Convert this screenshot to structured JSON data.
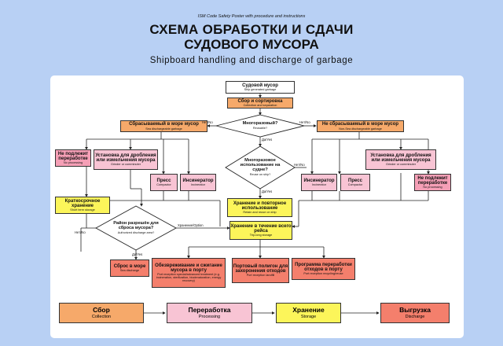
{
  "header": {
    "subtitle": "ISM Code Safety Poster with procedure and instructions",
    "title_line1": "СХЕМА ОБРАБОТКИ И СДАЧИ",
    "title_line2": "СУДОВОГО МУСОРА",
    "title_en": "Shipboard handling and discharge of garbage"
  },
  "nodes": {
    "ship_garbage": {
      "ru": "Судовой мусор",
      "en": "Ship generated garbage"
    },
    "collection_sep": {
      "ru": "Сбор и сортировка",
      "en": "Collection and separation"
    },
    "reusable": {
      "ru": "Многоразовый?",
      "en": "Reusable?"
    },
    "sea_dischargeable": {
      "ru": "Сбрасываемый в море мусор",
      "en": "Sea dischargeable garbage"
    },
    "non_sea_dischargeable": {
      "ru": "Не сбрасываемый в море мусор",
      "en": "Non-Sea dischargeable garbage"
    },
    "no_processing_left": {
      "ru": "Не подлежит переработке",
      "en": "No processing"
    },
    "grinder_left": {
      "ru": "Установка для дробления или измельчения мусора",
      "en": "Grinder or comminuter"
    },
    "reuse_on_ship": {
      "ru": "Многоразовое использование на судне?",
      "en": "Reuse on ship?"
    },
    "grinder_right": {
      "ru": "Установка для дробления или измельчения мусора",
      "en": "Grinder or comminuter"
    },
    "no_processing_right": {
      "ru": "Не подлежит переработке",
      "en": "No processing"
    },
    "compactor_left": {
      "ru": "Пресс",
      "en": "Compactor"
    },
    "incinerator_left": {
      "ru": "Инсинератор",
      "en": "Incinerator"
    },
    "incinerator_right": {
      "ru": "Инсинератор",
      "en": "Incinerator"
    },
    "compactor_right": {
      "ru": "Пресс",
      "en": "Compactor"
    },
    "short_term": {
      "ru": "Краткосрочное хранение",
      "en": "Short term storage"
    },
    "retain_reuse": {
      "ru": "Хранение и повторное использование",
      "en": "Retain and reuse on ship"
    },
    "authorized_area": {
      "ru": "Район разрешён для сброса мусора?",
      "en": "Authorized discharge area?"
    },
    "trip_long": {
      "ru": "Хранение в течение всего рейса",
      "en": "Trip-long storage"
    },
    "sea_discharge": {
      "ru": "Сброс в море",
      "en": "Sea discharge"
    },
    "port_treatment": {
      "ru": "Обезвреживание и сжигание мусора в порту",
      "en": "Port reception special/advanced treatment (e.g. incineration, sterilization, biodenaturation, energy recovery)"
    },
    "landfill": {
      "ru": "Портовый полигон для захоронения отходов",
      "en": "Port reception landfill"
    },
    "recycling": {
      "ru": "Программа переработки отходов в порту",
      "en": "Port reception recycling/reuse"
    }
  },
  "edge_labels": {
    "no": "Нет/No",
    "yes": "Да/Yes",
    "option": "Хранение/Option"
  },
  "legend": [
    {
      "ru": "Сбор",
      "en": "Collection"
    },
    {
      "ru": "Переработка",
      "en": "Processing"
    },
    {
      "ru": "Хранение",
      "en": "Storage"
    },
    {
      "ru": "Выгрузка",
      "en": "Discharge"
    }
  ],
  "colors": {
    "background": "#b8d0f4",
    "collection": "#f6a96a",
    "processing": "#f8c4d4",
    "storage": "#fcf55a",
    "discharge": "#f47f6c"
  }
}
